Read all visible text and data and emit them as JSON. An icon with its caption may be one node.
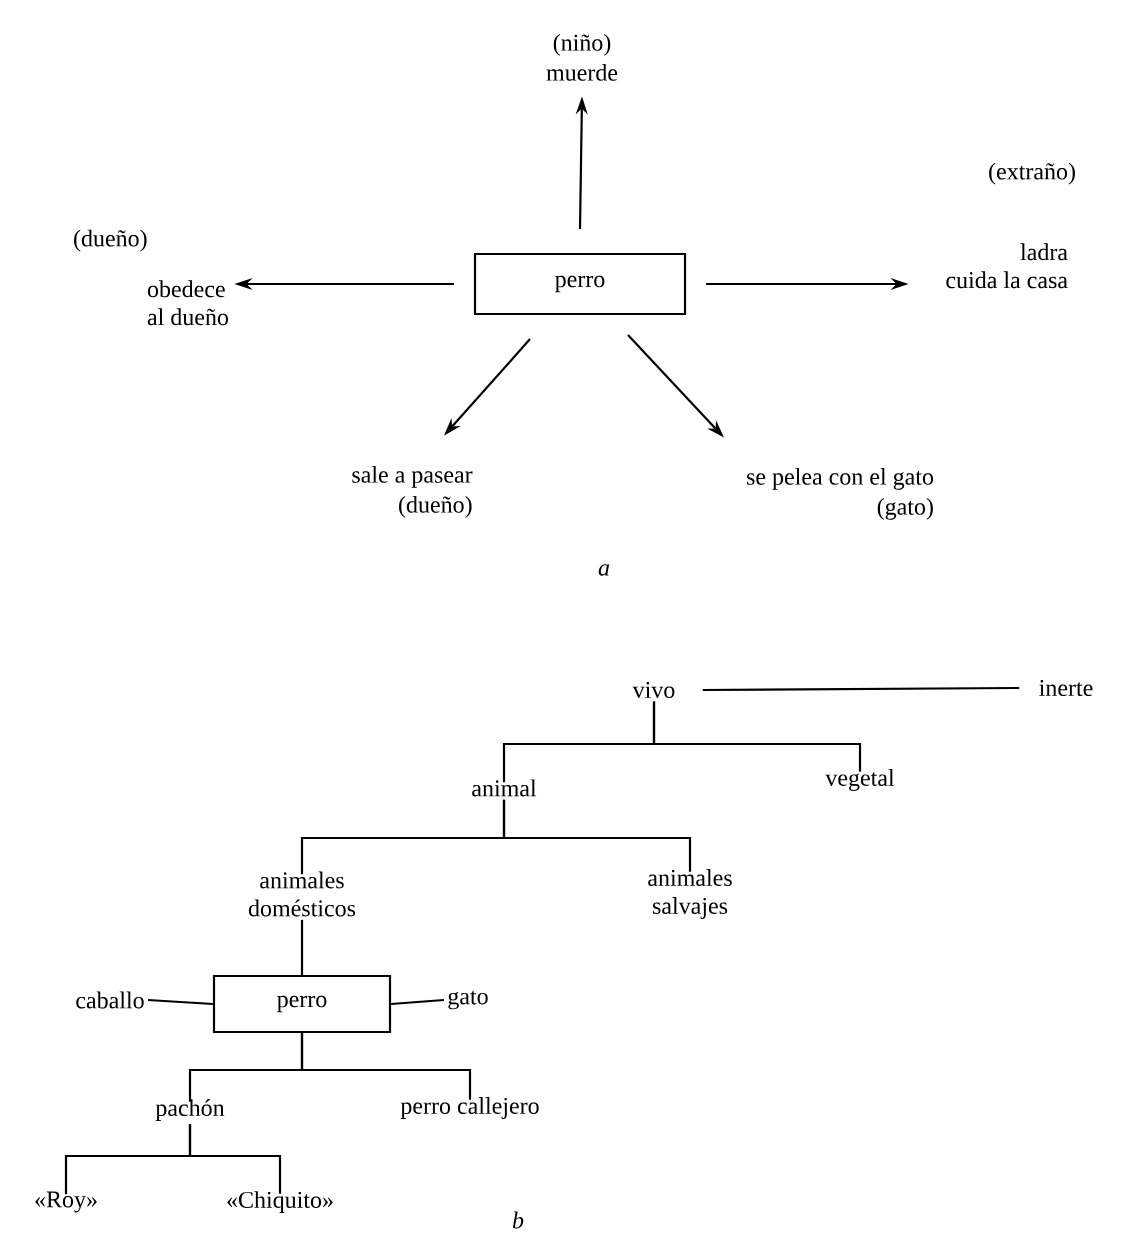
{
  "diagram": {
    "nodes": [
      {
        "text": [
          "perro"
        ]
      },
      {
        "text": [
          "(niño)",
          "muerde"
        ]
      },
      {
        "text": [
          "(dueño)",
          "obedece al dueño"
        ]
      },
      {
        "text": [
          "(extraño)",
          "ladra cuida la casa"
        ]
      },
      {
        "text": [
          "sale a pasear",
          "(dueño)"
        ]
      },
      {
        "text": [
          "se pelea con el gato",
          "(gato)"
        ]
      },
      {
        "text": [
          "vivo"
        ]
      },
      {
        "text": [
          "inerte"
        ]
      },
      {
        "text": [
          "animal"
        ]
      },
      {
        "text": [
          "vegetal"
        ]
      },
      {
        "text": [
          "animales domésticos"
        ]
      },
      {
        "text": [
          "animales salvajes"
        ]
      },
      {
        "text": [
          "perro"
        ]
      },
      {
        "text": [
          "caballo"
        ]
      },
      {
        "text": [
          "gato"
        ]
      },
      {
        "text": [
          "pachón"
        ]
      },
      {
        "text": [
          "perro callejero"
        ]
      },
      {
        "text": [
          "«Roy»"
        ]
      },
      {
        "text": [
          "«Chiquito»"
        ]
      }
    ],
    "edges": [
      {
        "from": 0,
        "to": 1,
        "arrow": "to"
      },
      {
        "from": 0,
        "to": 2,
        "arrow": "to"
      },
      {
        "from": 0,
        "to": 3,
        "arrow": "to"
      },
      {
        "from": 0,
        "to": 4,
        "arrow": "to"
      },
      {
        "from": 0,
        "to": 5,
        "arrow": "to"
      },
      {
        "from": 6,
        "to": 7,
        "arrow": "none"
      },
      {
        "from": 6,
        "to": 8,
        "arrow": "none"
      },
      {
        "from": 6,
        "to": 9,
        "arrow": "none"
      },
      {
        "from": 8,
        "to": 10,
        "arrow": "none"
      },
      {
        "from": 8,
        "to": 11,
        "arrow": "none"
      },
      {
        "from": 10,
        "to": 12,
        "arrow": "none"
      },
      {
        "from": 12,
        "to": 13,
        "arrow": "none"
      },
      {
        "from": 12,
        "to": 14,
        "arrow": "none"
      },
      {
        "from": 12,
        "to": 15,
        "arrow": "none"
      },
      {
        "from": 12,
        "to": 16,
        "arrow": "none"
      },
      {
        "from": 15,
        "to": 17,
        "arrow": "none"
      },
      {
        "from": 15,
        "to": 18,
        "arrow": "none"
      }
    ],
    "labels": [
      "a",
      "b"
    ]
  }
}
